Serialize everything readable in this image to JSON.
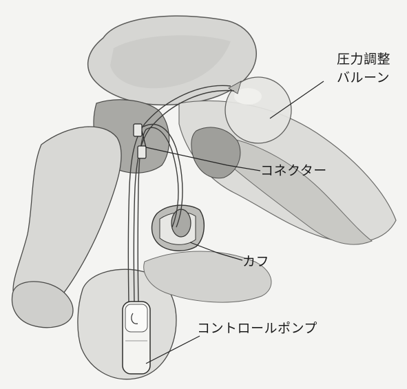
{
  "labels": {
    "pressure_balloon_line1": "圧力調整",
    "pressure_balloon_line2": "バルーン",
    "connector": "コネクター",
    "cuff": "カフ",
    "control_pump": "コントロールポンプ"
  },
  "colors": {
    "background": "#f4f4f2",
    "tissue_light": "#d9d9d6",
    "tissue_mid": "#b9b9b5",
    "tissue_dark": "#8f8f8b",
    "outline": "#4a4a48",
    "device": "#f7f7f5",
    "leader_line": "#222222"
  }
}
